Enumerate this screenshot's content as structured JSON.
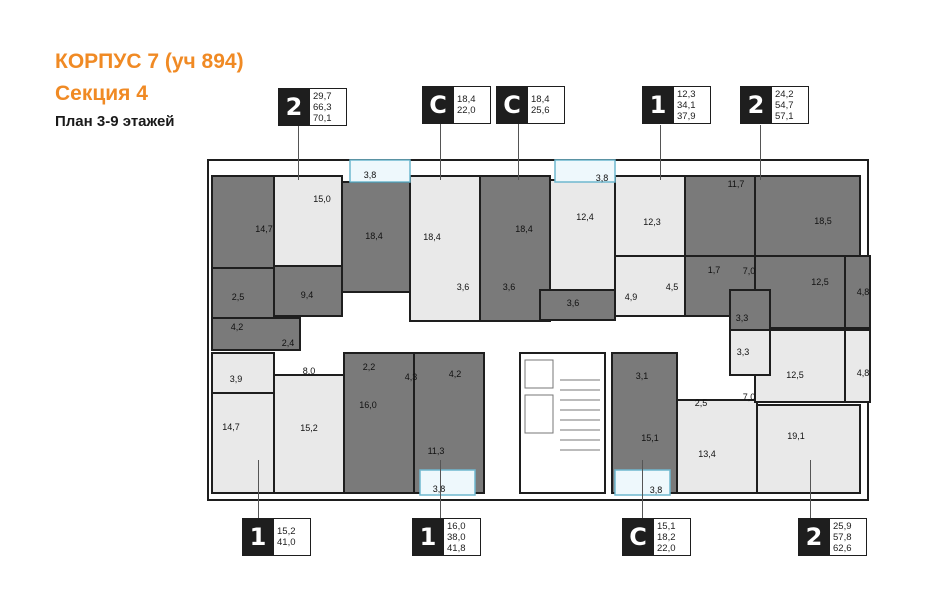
{
  "header": {
    "title": "КОРПУС 7 (уч 894)",
    "section": "Секция 4",
    "floors": "План 3-9 этажей"
  },
  "badges": [
    {
      "code": "2",
      "values": [
        "29,7",
        "66,3",
        "70,1"
      ]
    },
    {
      "code": "С",
      "values": [
        "18,4",
        "22,0"
      ]
    },
    {
      "code": "С",
      "values": [
        "18,4",
        "25,6"
      ]
    },
    {
      "code": "1",
      "values": [
        "12,3",
        "34,1",
        "37,9"
      ]
    },
    {
      "code": "2",
      "values": [
        "24,2",
        "54,7",
        "57,1"
      ]
    },
    {
      "code": "1",
      "values": [
        "15,2",
        "41,0"
      ]
    },
    {
      "code": "1",
      "values": [
        "16,0",
        "38,0",
        "41,8"
      ]
    },
    {
      "code": "С",
      "values": [
        "15,1",
        "18,2",
        "22,0"
      ]
    },
    {
      "code": "2",
      "values": [
        "25,9",
        "57,8",
        "62,6"
      ]
    }
  ],
  "room_areas": [
    "3,8",
    "15,0",
    "14,7",
    "18,4",
    "18,4",
    "18,4",
    "3,8",
    "12,4",
    "12,3",
    "11,7",
    "18,5",
    "2,5",
    "9,4",
    "3,6",
    "3,6",
    "3,6",
    "4,9",
    "4,5",
    "1,7",
    "7,0",
    "12,5",
    "4,8",
    "4,2",
    "2,4",
    "3,3",
    "3,3",
    "4,8",
    "2,2",
    "4,3",
    "4,2",
    "3,1",
    "3,9",
    "8,0",
    "12,5",
    "2,5",
    "7,0",
    "16,0",
    "14,7",
    "15,2",
    "11,3",
    "15,1",
    "13,4",
    "19,1",
    "3,8",
    "3,8"
  ],
  "colors": {
    "accent": "#f08a24",
    "dark_room": "#7a7a7a",
    "light_room": "#e9e9e9",
    "wall": "#1e1e1e",
    "balcony": "#9fd4e6"
  }
}
